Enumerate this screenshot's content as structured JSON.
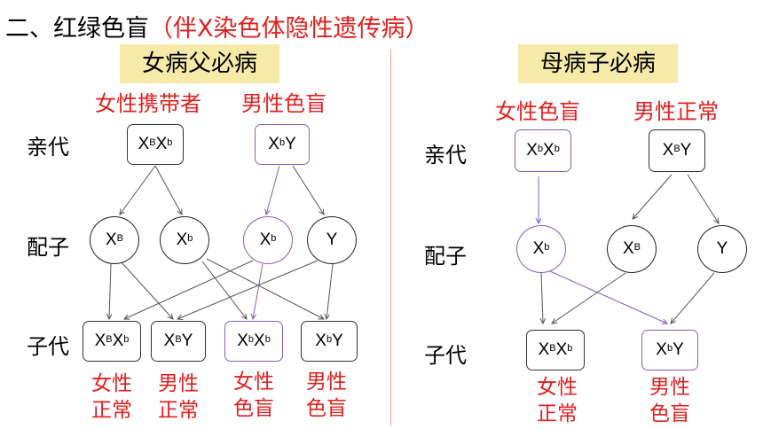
{
  "heading": {
    "prefix": "二、红绿色盲",
    "suffix": "（伴X染色体隐性遗传病）"
  },
  "left": {
    "banner": "女病父必病",
    "parent_labels": [
      "女性携带者",
      "男性色盲"
    ],
    "row_labels": {
      "parents": "亲代",
      "gametes": "配子",
      "offspring": "子代"
    },
    "parents": [
      {
        "base1": "X",
        "sup1": "B",
        "base2": "X",
        "sup2": "b"
      },
      {
        "base1": "X",
        "sup1": "b",
        "base2": "Y",
        "sup2": ""
      }
    ],
    "gametes": [
      {
        "base": "X",
        "sup": "B"
      },
      {
        "base": "X",
        "sup": "b"
      },
      {
        "base": "X",
        "sup": "b"
      },
      {
        "base": "Y",
        "sup": ""
      }
    ],
    "offspring": [
      {
        "base1": "X",
        "sup1": "B",
        "base2": "X",
        "sup2": "b",
        "line1": "女性",
        "line2": "正常"
      },
      {
        "base1": "X",
        "sup1": "B",
        "base2": "Y",
        "sup2": "",
        "line1": "男性",
        "line2": "正常"
      },
      {
        "base1": "X",
        "sup1": "b",
        "base2": "X",
        "sup2": "b",
        "line1": "女性",
        "line2": "色盲"
      },
      {
        "base1": "X",
        "sup1": "b",
        "base2": "Y",
        "sup2": "",
        "line1": "男性",
        "line2": "色盲"
      }
    ]
  },
  "right": {
    "banner": "母病子必病",
    "parent_labels": [
      "女性色盲",
      "男性正常"
    ],
    "row_labels": {
      "parents": "亲代",
      "gametes": "配子",
      "offspring": "子代"
    },
    "parents": [
      {
        "base1": "X",
        "sup1": "b",
        "base2": "X",
        "sup2": "b"
      },
      {
        "base1": "X",
        "sup1": "B",
        "base2": "Y",
        "sup2": ""
      }
    ],
    "gametes": [
      {
        "base": "X",
        "sup": "b"
      },
      {
        "base": "X",
        "sup": "B"
      },
      {
        "base": "Y",
        "sup": ""
      }
    ],
    "offspring": [
      {
        "base1": "X",
        "sup1": "B",
        "base2": "X",
        "sup2": "b",
        "line1": "女性",
        "line2": "正常"
      },
      {
        "base1": "X",
        "sup1": "b",
        "base2": "Y",
        "sup2": "",
        "line1": "男性",
        "line2": "色盲"
      }
    ]
  },
  "colors": {
    "accent_red": "#e0201f",
    "banner_yellow": "#f6eaa9",
    "purple_line": "#8a5cb8",
    "divider": "#e8a0a0"
  }
}
